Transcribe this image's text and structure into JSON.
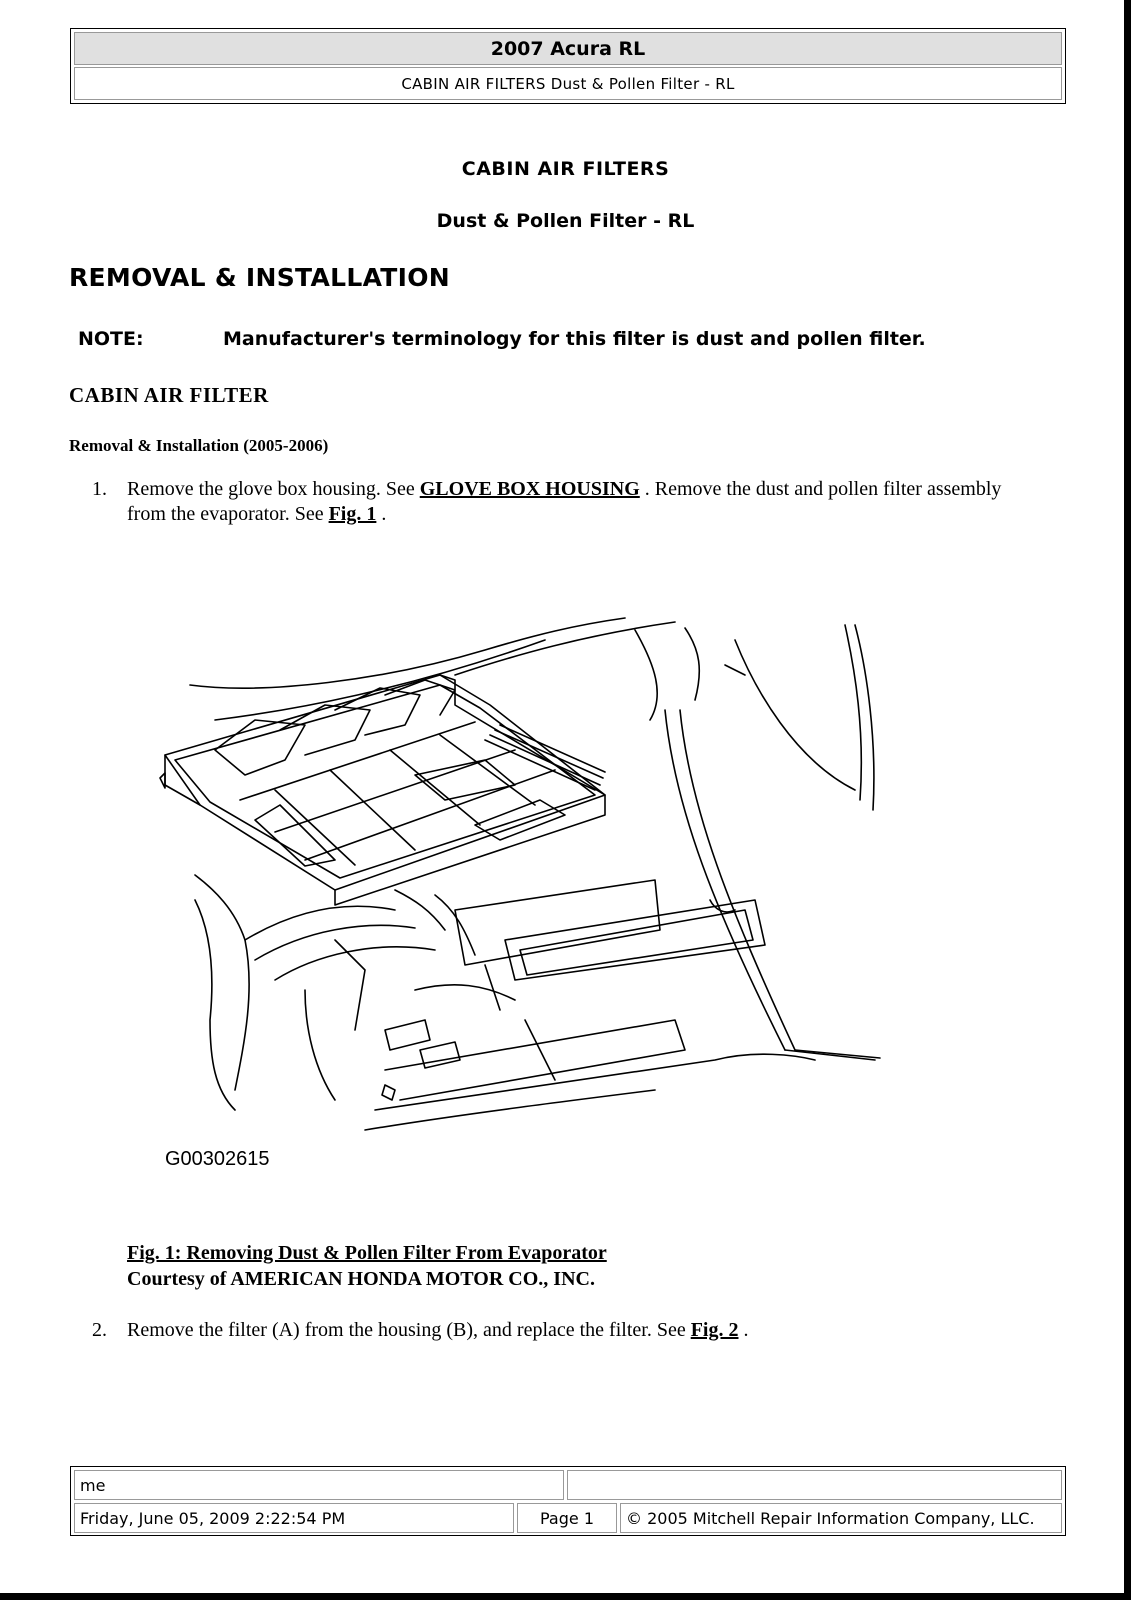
{
  "header": {
    "title": "2007 Acura RL",
    "subtitle": "CABIN AIR FILTERS Dust & Pollen Filter - RL"
  },
  "doc": {
    "title": "CABIN AIR FILTERS",
    "subtitle": "Dust & Pollen Filter - RL",
    "section_heading": "REMOVAL & INSTALLATION",
    "note_label": "NOTE:",
    "note_text": "Manufacturer's terminology for this filter is dust and pollen filter.",
    "subhead": "CABIN AIR FILTER",
    "subsubhead": "Removal & Installation (2005-2006)"
  },
  "steps": [
    {
      "num": "1.",
      "text_a": "Remove the glove box housing. See ",
      "link_a": "GLOVE BOX HOUSING",
      "text_b": " . Remove the dust and pollen filter assembly from the evaporator. See ",
      "link_b": "Fig. 1",
      "text_c": " ."
    },
    {
      "num": "2.",
      "text_a": "Remove the filter (A) from the housing (B), and replace the filter. See ",
      "link_a": "Fig. 2",
      "text_b": " ."
    }
  ],
  "figure": {
    "id": "G00302615",
    "caption_title": "Fig. 1: Removing Dust & Pollen Filter From Evaporator",
    "caption_credit": "Courtesy of AMERICAN HONDA MOTOR CO., INC."
  },
  "footer": {
    "user": "me",
    "right_top": "",
    "date": "Friday, June 05, 2009 2:22:54 PM",
    "page": "Page 1",
    "copyright": "© 2005 Mitchell Repair Information Company, LLC."
  }
}
